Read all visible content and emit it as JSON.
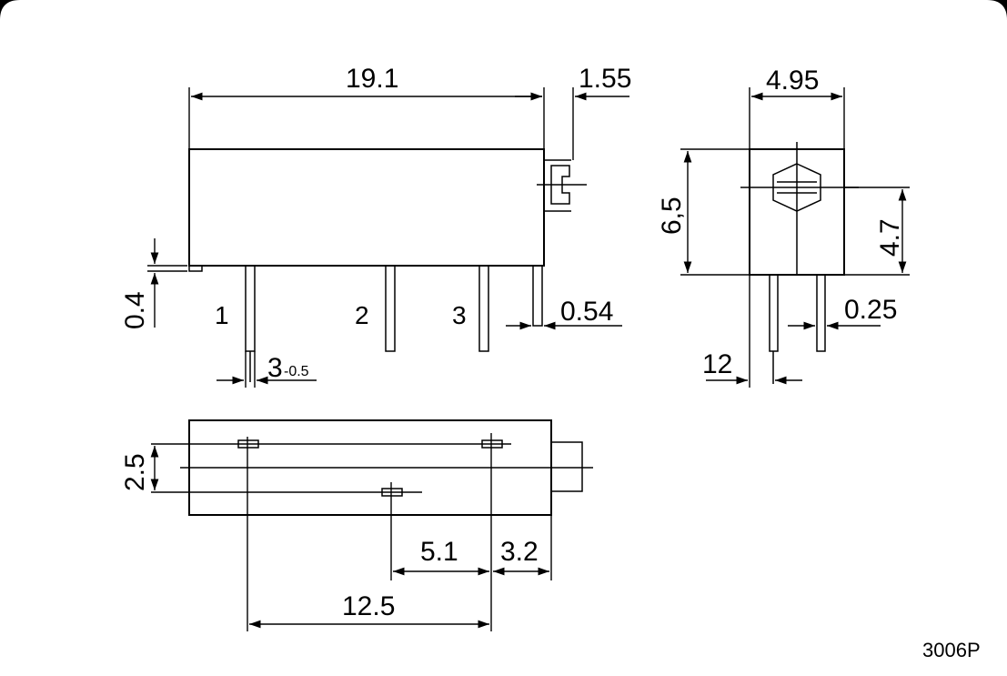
{
  "part_number": "3006P",
  "dimensions": {
    "length": "19.1",
    "adjuster_width": "1.55",
    "body_width": "4.95",
    "body_height": "6,5",
    "adjuster_height": "4.7",
    "standoff": "0.4",
    "pin_width": "0.54",
    "pin_thickness": "0.25",
    "pin_length": "12",
    "pin_spacing_main": "3",
    "pin_spacing_sub": "-0.5",
    "row_spacing": "2.5",
    "pin_pitch_a": "5.1",
    "pin_to_end": "3.2",
    "pin_span": "12.5"
  },
  "pins": [
    "1",
    "2",
    "3"
  ]
}
